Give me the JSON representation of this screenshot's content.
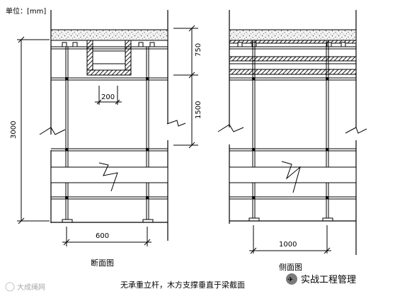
{
  "unit_label": "单位：[mm]",
  "dimensions": {
    "height_total": "3000",
    "height_top": "750",
    "height_mid": "1500",
    "spacing_small": "200",
    "width_section": "600",
    "width_side": "1000"
  },
  "section_title": "断面图",
  "side_title": "侧面图",
  "caption": "无承重立杆，木方支撑垂直于梁截面",
  "watermark_left": "大成绳网",
  "watermark_right": "实战工程管理"
}
